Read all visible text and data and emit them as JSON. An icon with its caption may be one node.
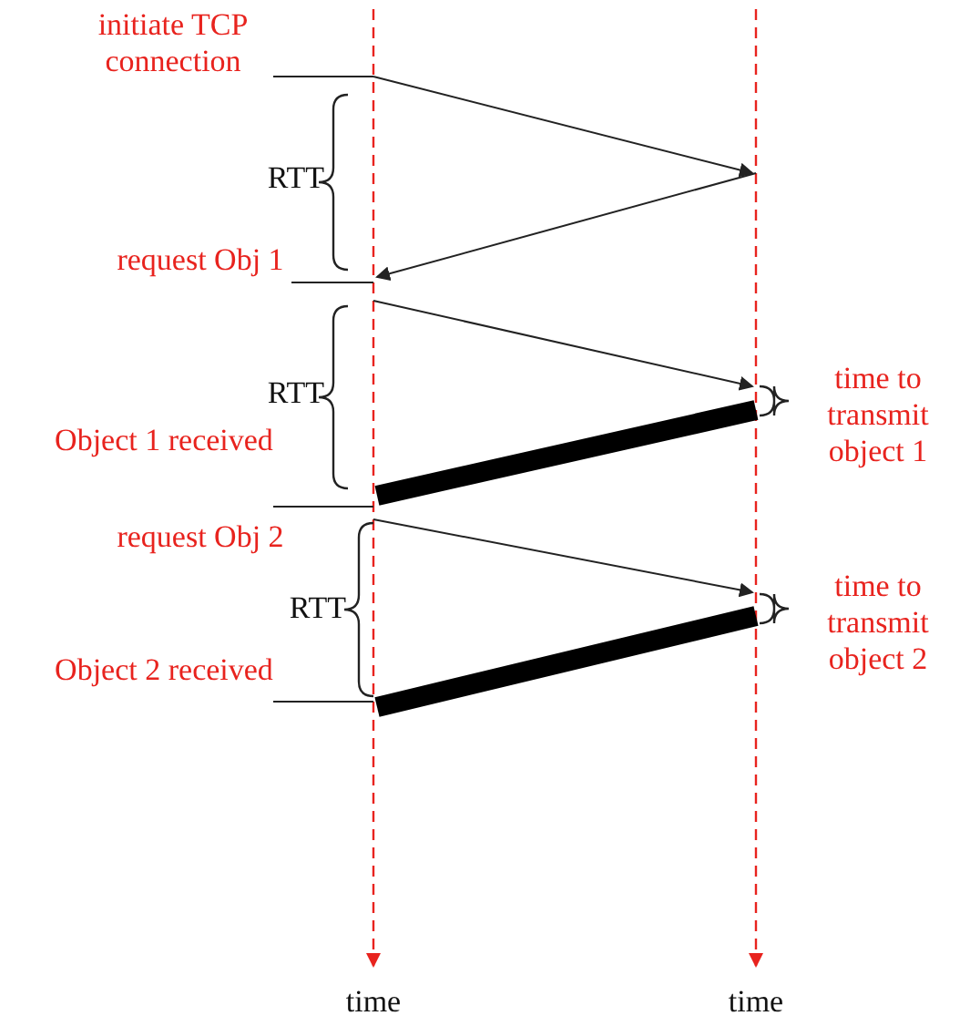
{
  "diagram": {
    "labels": [
      "initiate TCP connection",
      "RTT",
      "request Obj 1",
      "RTT",
      "time to transmit object 1",
      "Object 1 received",
      "request Obj 2",
      "RTT",
      "time to transmit object 2",
      "Object 2 received",
      "time",
      "time"
    ]
  }
}
